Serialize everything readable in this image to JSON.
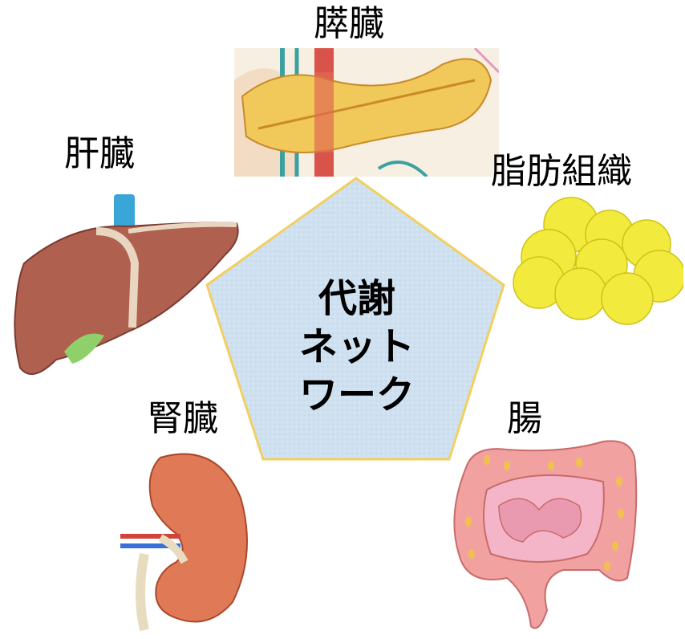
{
  "organs": {
    "pancreas": "膵臓",
    "liver": "肝臓",
    "fat": "脂肪組織",
    "kidney": "腎臓",
    "intestine": "腸"
  },
  "center": {
    "line1": "代謝",
    "line2": "ネット",
    "line3": "ワーク"
  },
  "colors": {
    "pentagon_fill": "#cfe2f0",
    "pentagon_border": "#f2cf60",
    "liver": "#b0604f",
    "pancreas": "#f0c95a",
    "fat": "#f2ea3c",
    "kidney": "#e07a56",
    "intestine": "#f1a2a0"
  }
}
